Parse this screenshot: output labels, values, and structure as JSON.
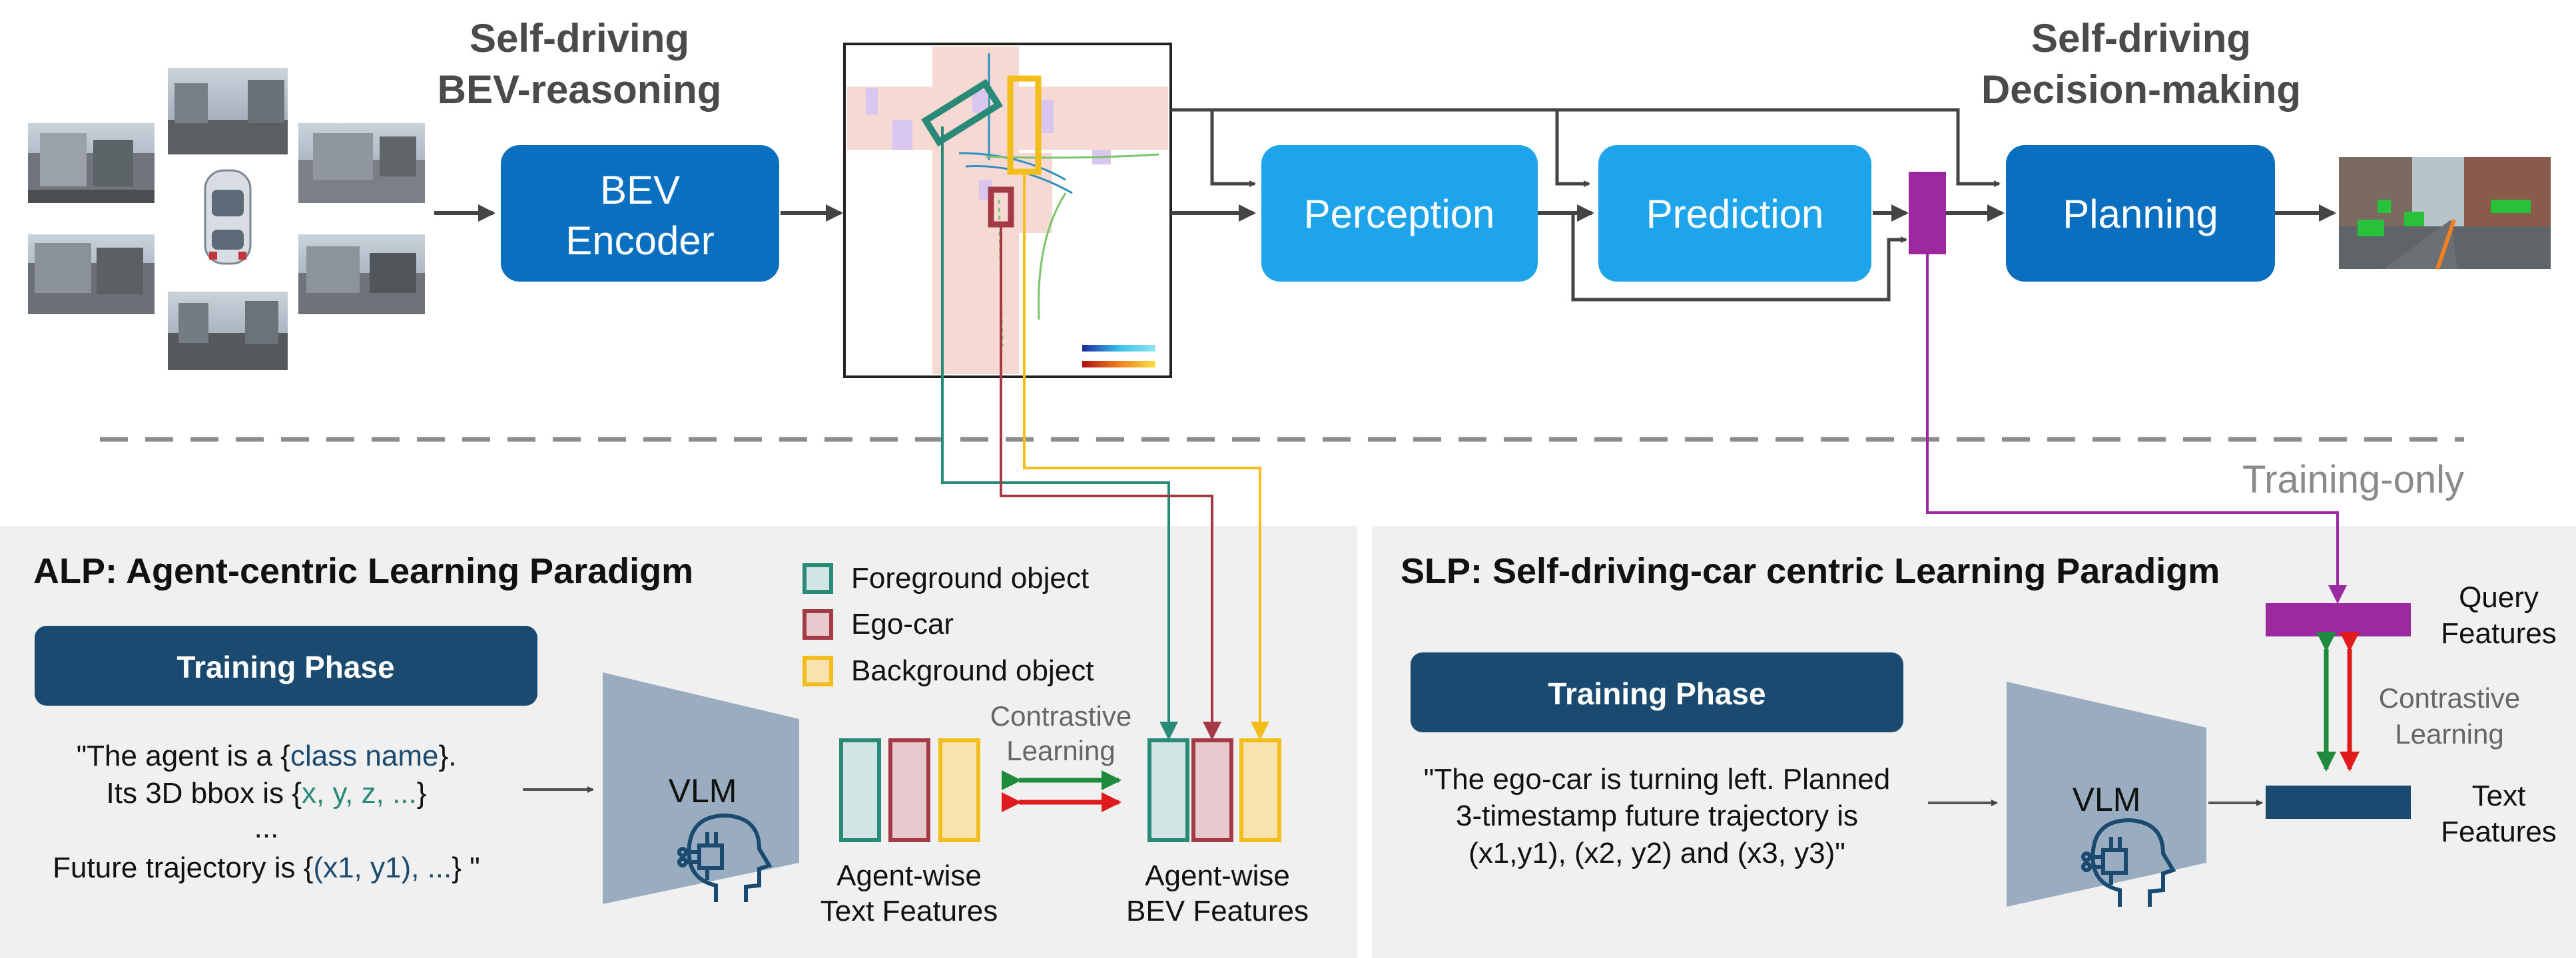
{
  "top": {
    "bev_reasoning_title": [
      "Self-driving",
      "BEV-reasoning"
    ],
    "decision_title": [
      "Self-driving",
      "Decision-making"
    ],
    "bev_encoder": [
      "BEV",
      "Encoder"
    ],
    "perception": "Perception",
    "prediction": "Prediction",
    "planning": "Planning"
  },
  "divider": {
    "training_only": "Training-only"
  },
  "alp": {
    "title": "ALP: Agent-centric Learning Paradigm",
    "training_phase": "Training Phase",
    "prompt_lines": {
      "l1_pre": "\"The agent is a {",
      "l1_var": "class name",
      "l1_post": "}.",
      "l2_pre": "Its 3D bbox is {",
      "l2_var": "x, y, z, ...",
      "l2_post": "}",
      "l3": "...",
      "l4_pre": "Future trajectory is {",
      "l4_var": "(x1, y1), ...",
      "l4_post": "} \""
    },
    "vlm": "VLM",
    "legend": [
      "Foreground object",
      "Ego-car",
      "Background object"
    ],
    "contrastive": [
      "Contrastive",
      "Learning"
    ],
    "text_features": [
      "Agent-wise",
      "Text Features"
    ],
    "bev_features": [
      "Agent-wise",
      "BEV Features"
    ]
  },
  "slp": {
    "title": "SLP: Self-driving-car centric Learning Paradigm",
    "training_phase": "Training Phase",
    "prompt_lines": [
      "\"The ego-car is turning left. Planned",
      "3-timestamp future trajectory is",
      "(x1,y1), (x2, y2) and (x3, y3)\""
    ],
    "vlm": "VLM",
    "query_features": [
      "Query",
      "Features"
    ],
    "contrastive": [
      "Contrastive",
      "Learning"
    ],
    "text_features": [
      "Text",
      "Features"
    ]
  },
  "colors": {
    "box_dark": "#0b6fbf",
    "box_light": "#1ea4ea",
    "navy": "#1b4a70",
    "teal": "#2a8a78",
    "red": "#a33a45",
    "yellow": "#f3be1c",
    "purple": "#9b2aa0",
    "vlm_gray": "#9aacbf",
    "panel": "#f0f0f0"
  },
  "icons": [
    "front-camera-image",
    "car-top-view-image",
    "bev-map-image",
    "output-camera-image",
    "vlm-brain-chip-icon"
  ]
}
